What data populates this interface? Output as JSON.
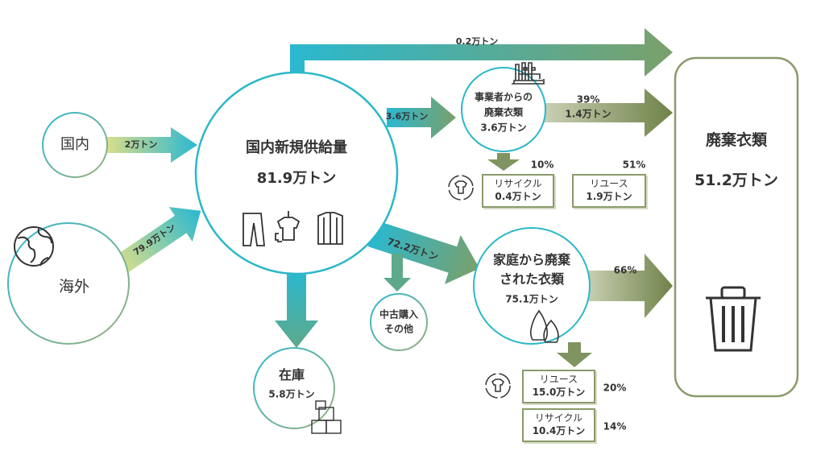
{
  "domestic": {
    "label": "国内",
    "flow": "2万トン"
  },
  "overseas": {
    "label": "海外",
    "flow": "79.9万トン"
  },
  "supply": {
    "title": "国内新規供給量",
    "amount": "81.9万トン"
  },
  "direct_waste": {
    "flow": "0.2万トン"
  },
  "business": {
    "flow_in": "3.6万トン",
    "title_line1": "事業者からの",
    "title_line2": "廃棄衣類",
    "amount": "3.6万トン",
    "waste_pct": "39%",
    "waste_amount": "1.4万トン",
    "recycle_pct": "10%",
    "recycle_label": "リサイクル",
    "recycle_amount": "0.4万トン",
    "reuse_pct": "51%",
    "reuse_label": "リユース",
    "reuse_amount": "1.9万トン"
  },
  "household": {
    "flow_in": "72.2万トン",
    "title_line1": "家庭から廃棄",
    "title_line2": "された衣類",
    "amount": "75.1万トン",
    "waste_pct": "66%",
    "reuse_label": "リユース",
    "reuse_amount": "15.0万トン",
    "reuse_pct": "20%",
    "recycle_label": "リサイクル",
    "recycle_amount": "10.4万トン",
    "recycle_pct": "14%"
  },
  "used": {
    "line1": "中古購入",
    "line2": "その他"
  },
  "stock": {
    "label": "在庫",
    "amount": "5.8万トン"
  },
  "waste_total": {
    "label": "廃棄衣類",
    "amount": "51.2万トン"
  }
}
